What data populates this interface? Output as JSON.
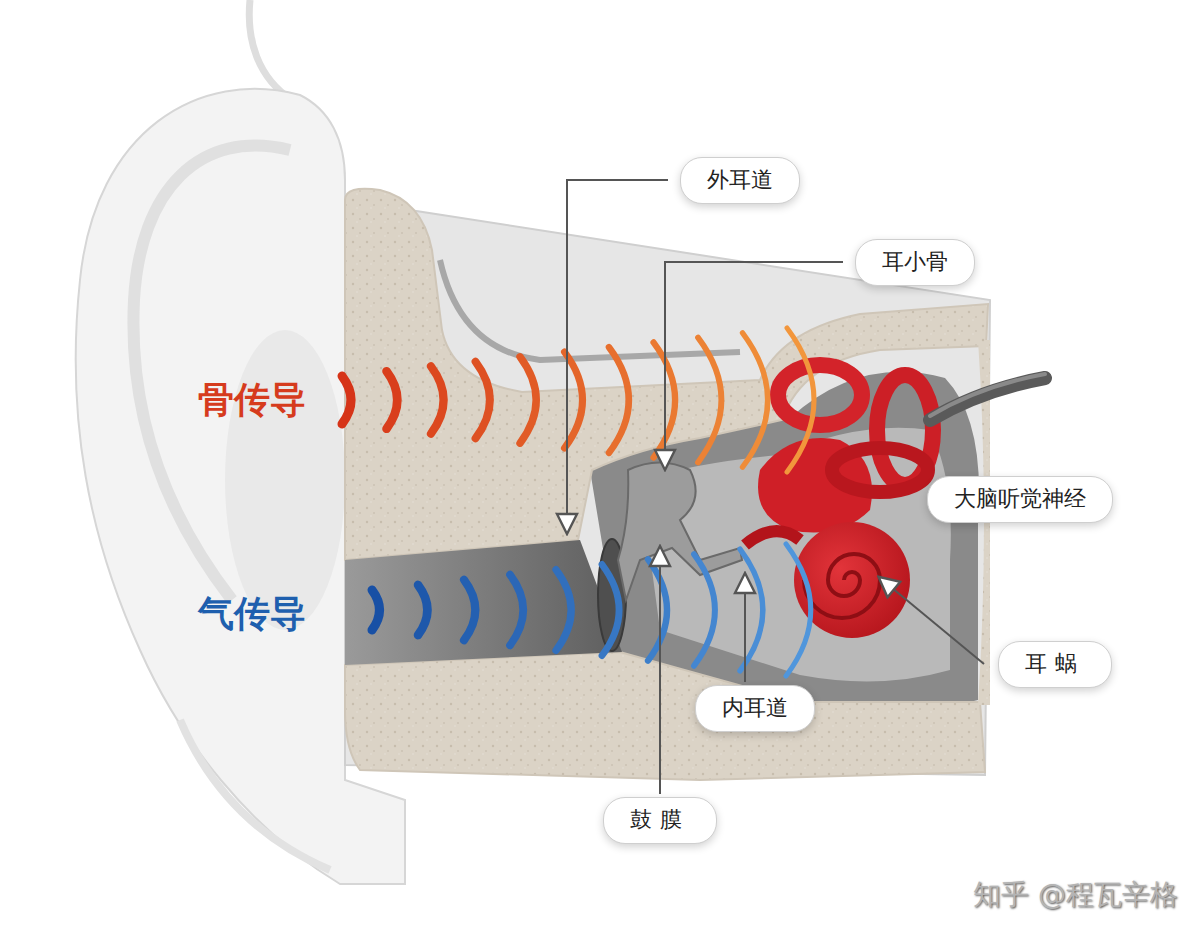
{
  "diagram": {
    "nodes": [
      {
        "text": [
          "外耳道"
        ]
      },
      {
        "text": [
          "耳小骨"
        ]
      },
      {
        "text": [
          "大脑听觉神经"
        ]
      },
      {
        "text": [
          "耳蜗"
        ]
      },
      {
        "text": [
          "内耳道"
        ]
      },
      {
        "text": [
          "鼓膜"
        ]
      }
    ],
    "labels": [
      "骨传导",
      "气传导",
      "知乎 @程瓦辛格"
    ]
  }
}
